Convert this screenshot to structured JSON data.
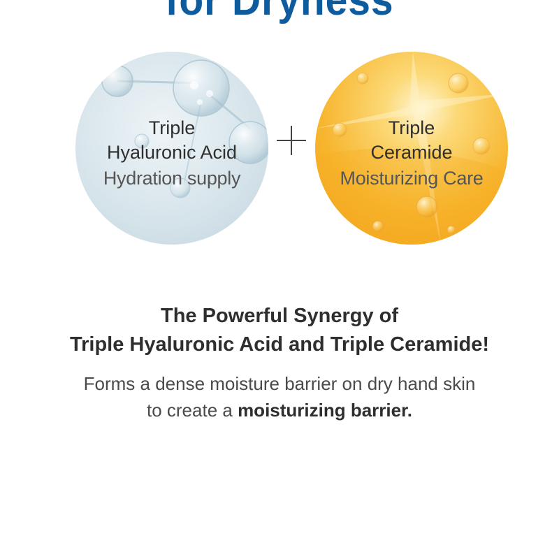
{
  "header": {
    "title": "for Dryness"
  },
  "left_circle": {
    "line1": "Triple",
    "line2": "Hyaluronic Acid",
    "line3": "Hydration supply"
  },
  "right_circle": {
    "line1": "Triple",
    "line2": "Ceramide",
    "line3": "Moisturizing Care"
  },
  "headline": {
    "line1": "The Powerful Synergy of",
    "line2": "Triple Hyaluronic Acid and Triple Ceramide!"
  },
  "body": {
    "line1": "Forms a dense moisture barrier on dry hand skin",
    "line2_prefix": "to create a ",
    "line2_bold": "moisturizing barrier."
  },
  "colors": {
    "title": "#0e5c9e",
    "left_circle": "#dfe9ee",
    "right_circle": "#f7b935"
  }
}
